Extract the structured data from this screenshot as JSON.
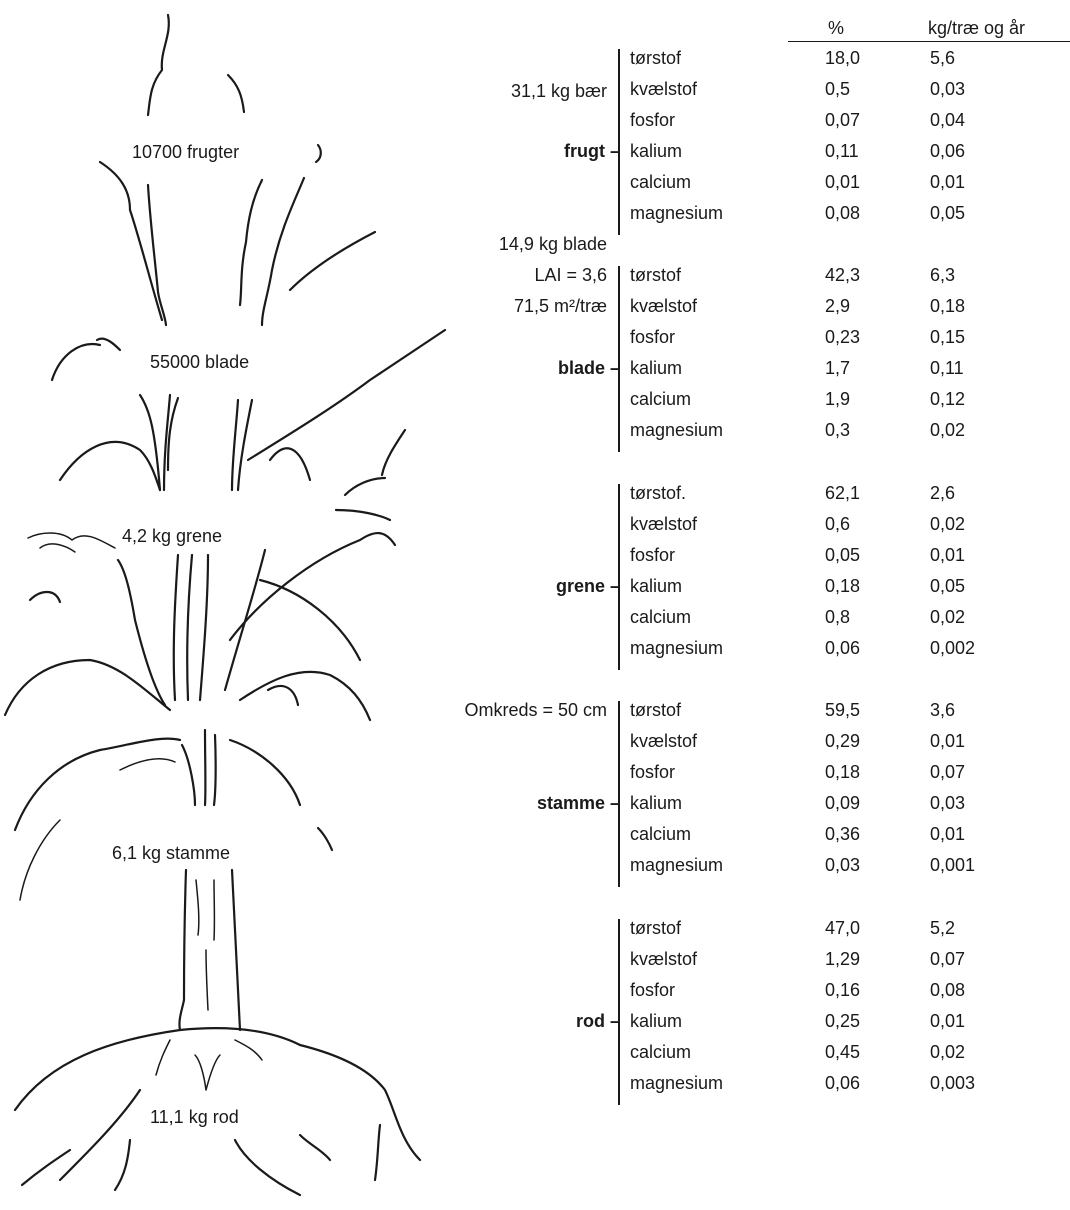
{
  "header": {
    "pct": "%",
    "kg": "kg/træ og år"
  },
  "tree_labels": {
    "frugter": "10700 frugter",
    "blade": "55000 blade",
    "grene": "4,2 kg grene",
    "stamme": "6,1 kg stamme",
    "rod": "11,1 kg rod"
  },
  "groups": [
    {
      "name": "frugt –",
      "notes": [
        "31,1 kg bær"
      ],
      "rows": [
        {
          "n": "tørstof",
          "p": "18,0",
          "k": "5,6"
        },
        {
          "n": "kvælstof",
          "p": "0,5",
          "k": "0,03"
        },
        {
          "n": "fosfor",
          "p": "0,07",
          "k": "0,04"
        },
        {
          "n": "kalium",
          "p": "0,11",
          "k": "0,06"
        },
        {
          "n": "calcium",
          "p": "0,01",
          "k": "0,01"
        },
        {
          "n": "magnesium",
          "p": "0,08",
          "k": "0,05"
        }
      ]
    },
    {
      "name": "blade –",
      "notes": [
        "14,9 kg blade",
        "LAI = 3,6",
        "71,5 m²/træ"
      ],
      "rows": [
        {
          "n": "tørstof",
          "p": "42,3",
          "k": "6,3"
        },
        {
          "n": "kvælstof",
          "p": "2,9",
          "k": "0,18"
        },
        {
          "n": "fosfor",
          "p": "0,23",
          "k": "0,15"
        },
        {
          "n": "kalium",
          "p": "1,7",
          "k": "0,11"
        },
        {
          "n": "calcium",
          "p": "1,9",
          "k": "0,12"
        },
        {
          "n": "magnesium",
          "p": "0,3",
          "k": "0,02"
        }
      ]
    },
    {
      "name": "grene –",
      "notes": [],
      "rows": [
        {
          "n": "tørstof.",
          "p": "62,1",
          "k": "2,6"
        },
        {
          "n": "kvælstof",
          "p": "0,6",
          "k": "0,02"
        },
        {
          "n": "fosfor",
          "p": "0,05",
          "k": "0,01"
        },
        {
          "n": "kalium",
          "p": "0,18",
          "k": "0,05"
        },
        {
          "n": "calcium",
          "p": "0,8",
          "k": "0,02"
        },
        {
          "n": "magnesium",
          "p": "0,06",
          "k": "0,002"
        }
      ]
    },
    {
      "name": "stamme –",
      "notes": [
        "Omkreds = 50 cm"
      ],
      "rows": [
        {
          "n": "tørstof",
          "p": "59,5",
          "k": "3,6"
        },
        {
          "n": "kvælstof",
          "p": "0,29",
          "k": "0,01"
        },
        {
          "n": "fosfor",
          "p": "0,18",
          "k": "0,07"
        },
        {
          "n": "kalium",
          "p": "0,09",
          "k": "0,03"
        },
        {
          "n": "calcium",
          "p": "0,36",
          "k": "0,01"
        },
        {
          "n": "magnesium",
          "p": "0,03",
          "k": "0,001"
        }
      ]
    },
    {
      "name": "rod –",
      "notes": [],
      "rows": [
        {
          "n": "tørstof",
          "p": "47,0",
          "k": "5,2"
        },
        {
          "n": "kvælstof",
          "p": "1,29",
          "k": "0,07"
        },
        {
          "n": "fosfor",
          "p": "0,16",
          "k": "0,08"
        },
        {
          "n": "kalium",
          "p": "0,25",
          "k": "0,01"
        },
        {
          "n": "calcium",
          "p": "0,45",
          "k": "0,02"
        },
        {
          "n": "magnesium",
          "p": "0,06",
          "k": "0,003"
        }
      ]
    }
  ]
}
